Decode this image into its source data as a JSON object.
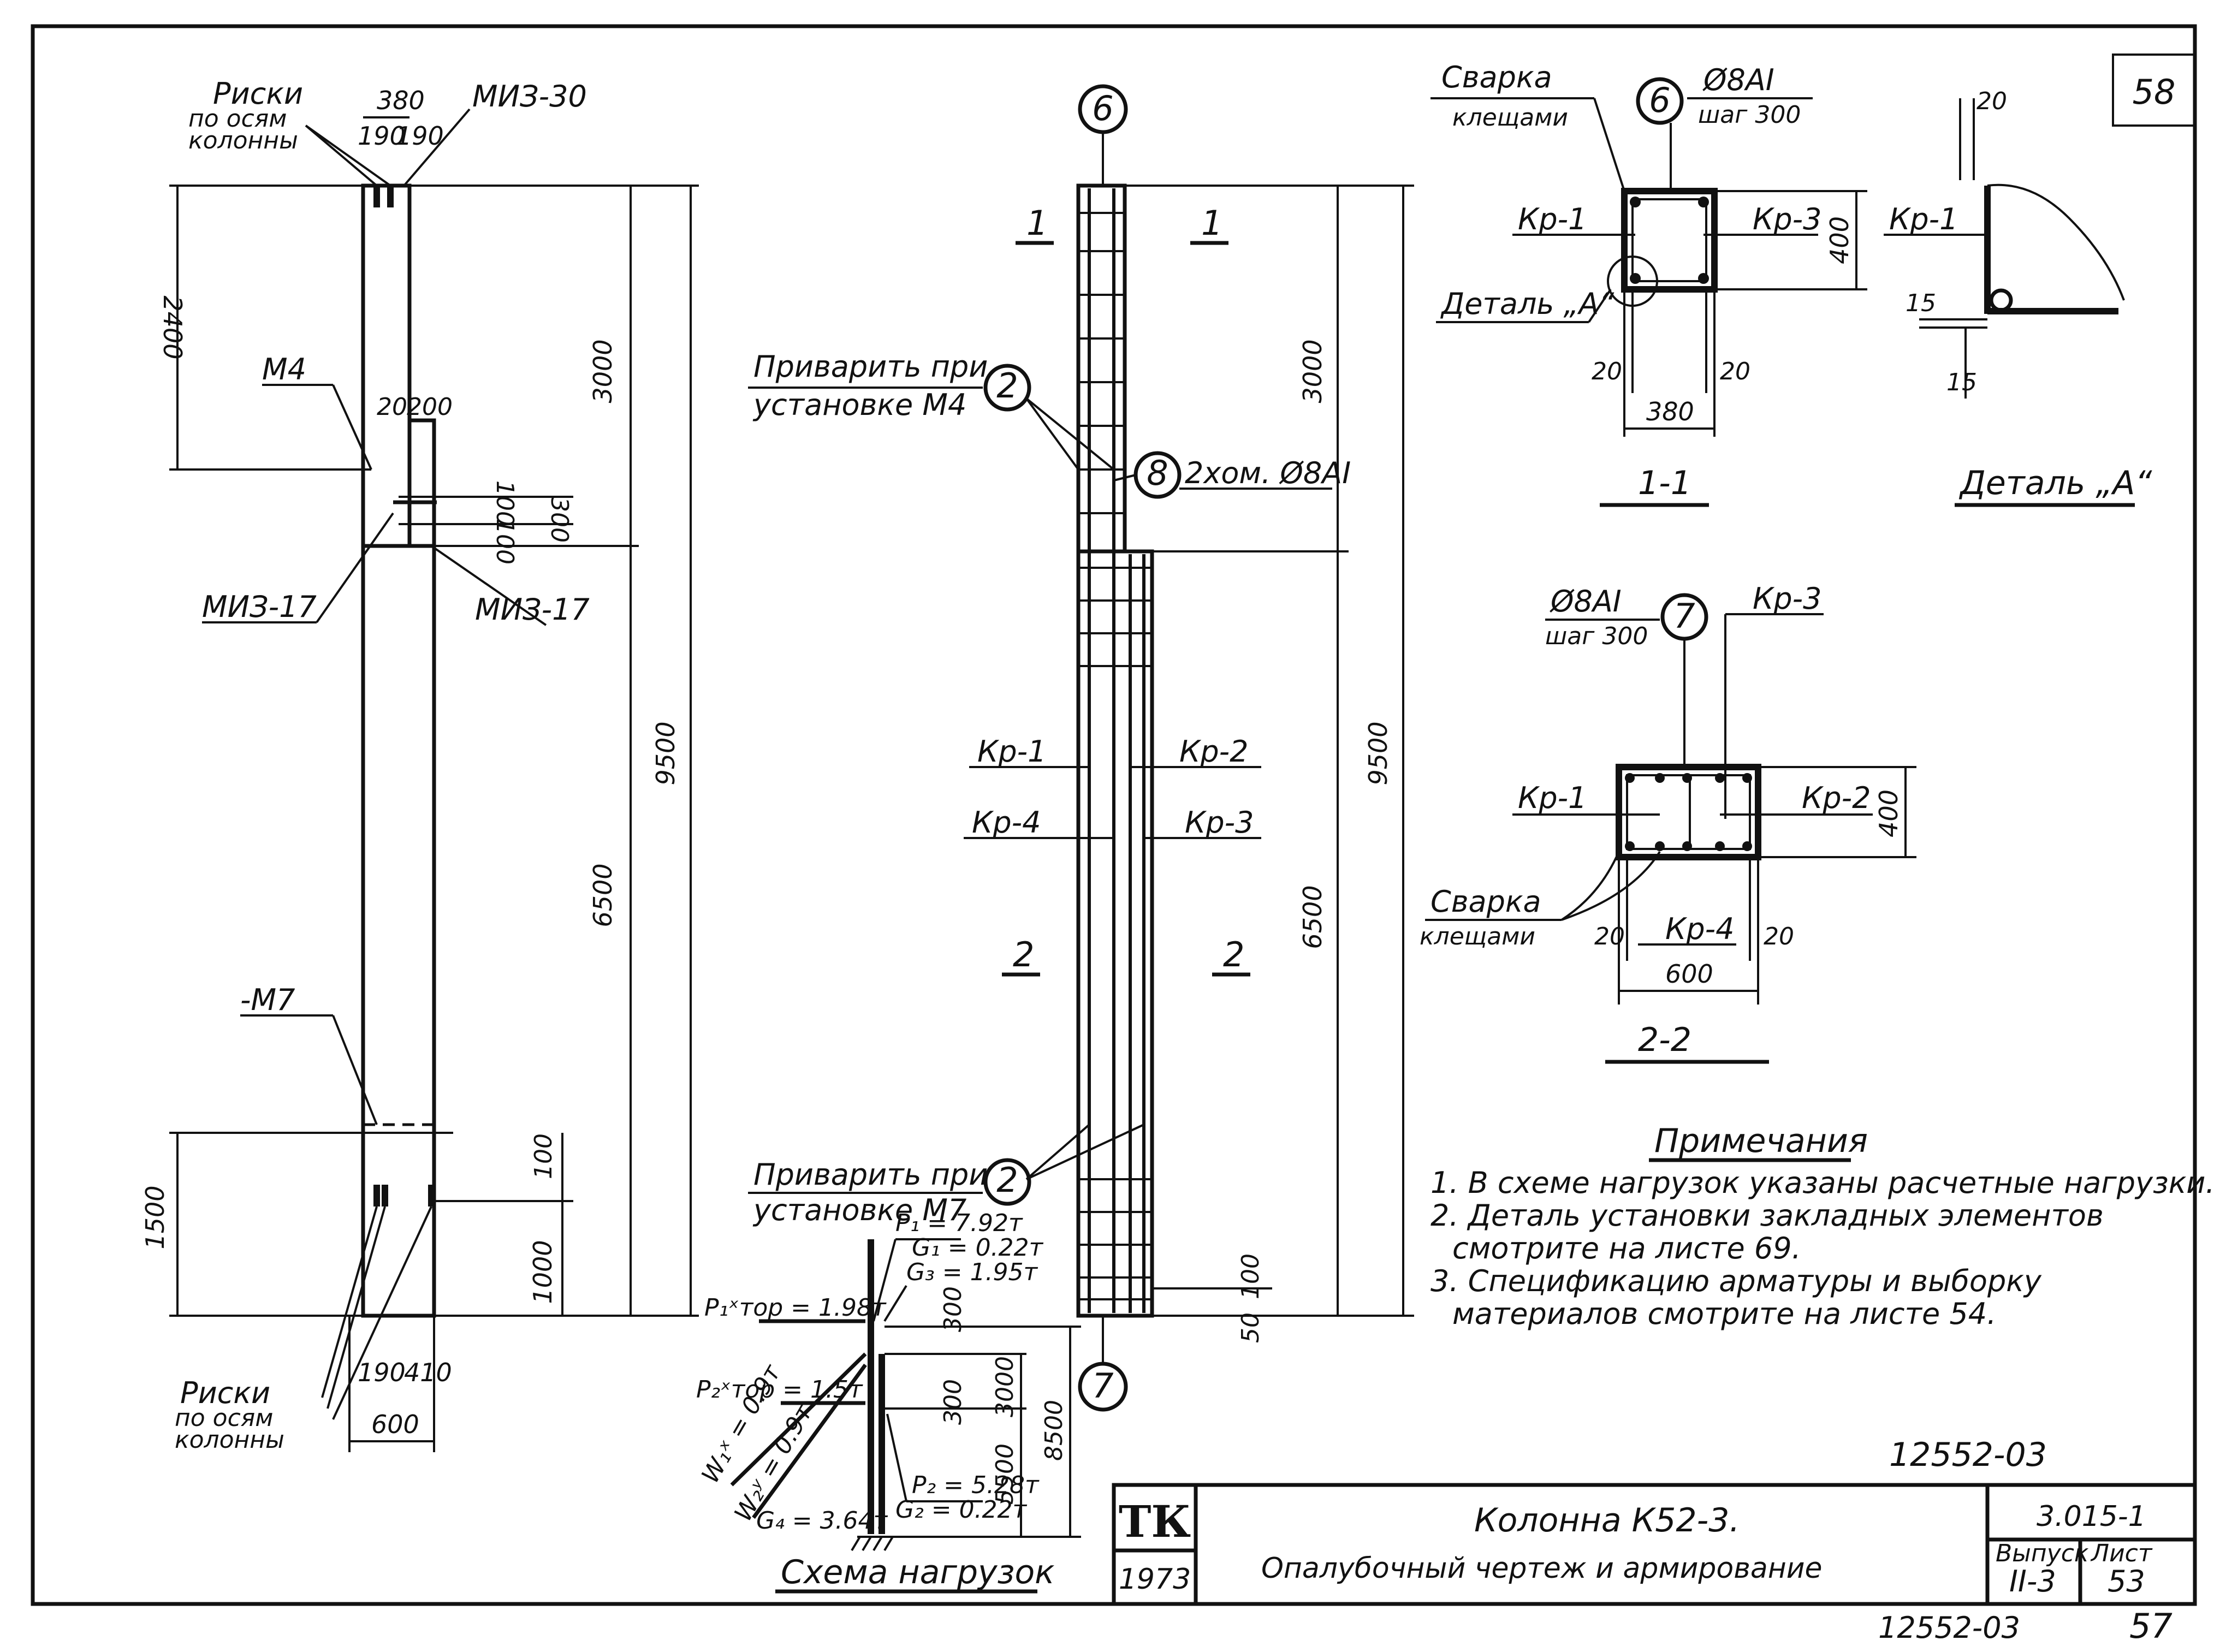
{
  "sheet_number": "58",
  "elevation": {
    "riski_top_1": "Риски",
    "riski_top_2": "по осям",
    "riski_top_3": "колонны",
    "miz30": "МИЗ-30",
    "dim_380": "380",
    "dim_190a": "190",
    "dim_190b": "190",
    "dim_2400": "2400",
    "m4": "М4",
    "dim_20": "20",
    "dim_200": "200",
    "dim_3000": "3000",
    "dim_100": "100",
    "dim_100b": "100",
    "dim_300": "300",
    "miz17_left": "МИЗ-17",
    "miz17_right": "МИЗ-17",
    "dim_9500": "9500",
    "dim_6500": "6500",
    "m7": "-М7",
    "dim_1500": "1500",
    "dim_100c": "100",
    "dim_1000": "1000",
    "riski_bot_1": "Риски",
    "riski_bot_2": "по осям",
    "riski_bot_3": "колонны",
    "dim_190c": "190",
    "dim_410": "410",
    "dim_600": "600"
  },
  "reinforcement": {
    "axis_top": "6",
    "axis_bottom": "7",
    "sec1_left": "1",
    "sec1_right": "1",
    "sec2_left": "2",
    "sec2_right": "2",
    "weld_m4_1": "Приварить при",
    "weld_m4_2": "установке М4",
    "weld_m7_1": "Приварить при",
    "weld_m7_2": "установке М7",
    "mark_2a": "2",
    "mark_2b": "2",
    "mark_8": "8",
    "clamp_note": "2хом. Ø8AI",
    "kr1": "Кр-1",
    "kr2": "Кр-2",
    "kr4": "Кр-4",
    "kr3": "Кр-3",
    "dim_3000": "3000",
    "dim_9500": "9500",
    "dim_6500": "6500",
    "dim_50": "50",
    "dim_100": "100"
  },
  "section_11": {
    "weld_1": "Сварка",
    "weld_2": "клещами",
    "mark_6": "6",
    "bar_1": "Ø8AI",
    "bar_2": "шаг 300",
    "kr1": "Кр-1",
    "kr3": "Кр-3",
    "detail": "Деталь „А“",
    "dim_400": "400",
    "dim_20a": "20",
    "dim_20b": "20",
    "dim_380": "380",
    "title": "1-1"
  },
  "detail_a": {
    "dim_20": "20",
    "kr1": "Кр-1",
    "dim_15": "15",
    "dim_15b": "15",
    "title": "Деталь „А“"
  },
  "section_22": {
    "bar_1": "Ø8AI",
    "bar_2": "шаг 300",
    "mark_7": "7",
    "kr3": "Кр-3",
    "kr1": "Кр-1",
    "kr2": "Кр-2",
    "dim_400": "400",
    "weld_1": "Сварка",
    "weld_2": "клещами",
    "dim_20a": "20",
    "kr4": "Кр-4",
    "dim_20b": "20",
    "dim_600": "600",
    "title": "2-2"
  },
  "notes": {
    "heading": "Примечания",
    "n1": "1. В схеме нагрузок указаны расчетные нагрузки.",
    "n2a": "2. Деталь установки закладных элементов",
    "n2b": "смотрите на листе 69.",
    "n3a": "3. Спецификацию арматуры и выборку",
    "n3b": "материалов смотрите на листе 54."
  },
  "load_scheme": {
    "p1": "P₁ = 7.92т",
    "g1": "G₁ = 0.22т",
    "g3": "G₃ = 1.95т",
    "p1top": "P₁ˣтор = 1.98т",
    "p2top": "P₂ˣтор = 1.5т",
    "w1": "W₁ˣ = 0.9т",
    "w2": "W₂ʸ = 0.9т",
    "p2": "P₂ = 5.28т",
    "g2": "G₂ = 0.22т",
    "g4": "G₄ = 3.64т",
    "dim_300": "300",
    "dim_300b": "300",
    "dim_3000": "3000",
    "dim_5500": "5500",
    "dim_8500": "8500",
    "title": "Схема нагрузок"
  },
  "title_block": {
    "code": "12552-03",
    "logo": "ТК",
    "year": "1973",
    "name": "Колонна К52-3.",
    "subtitle": "Опалубочный чертеж и армирование",
    "series": "3.015-1",
    "vypusk_label": "Выпуск",
    "vypusk": "II-3",
    "list_label": "Лист",
    "list": "53"
  },
  "footer": {
    "code": "12552-03",
    "page": "57"
  }
}
